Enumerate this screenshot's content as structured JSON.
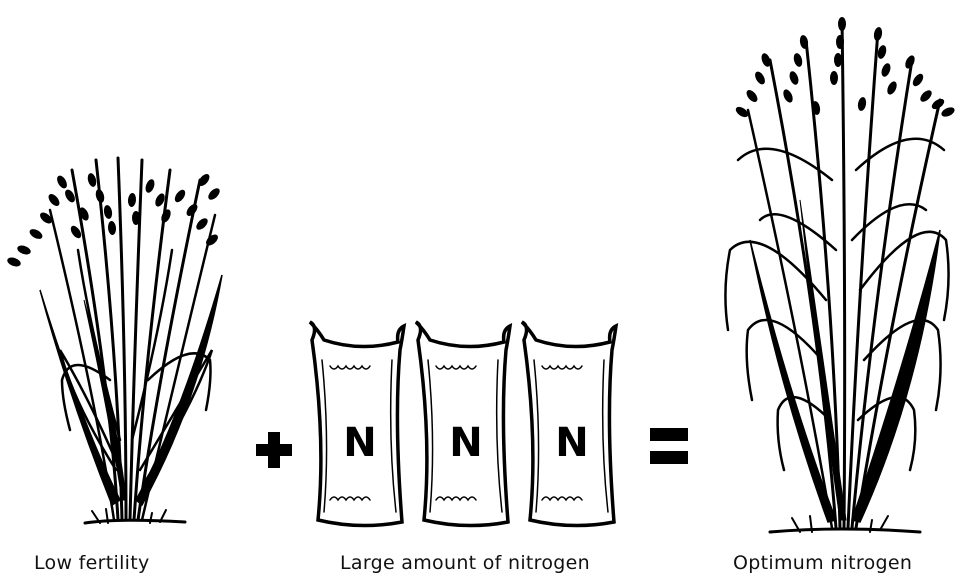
{
  "illustration": {
    "left_caption": "Low fertility",
    "middle_caption": "Large amount of nitrogen",
    "right_caption": "Optimum nitrogen",
    "bag_letters": [
      "N",
      "N",
      "N"
    ],
    "operator_plus": "+",
    "operator_equals": "="
  }
}
